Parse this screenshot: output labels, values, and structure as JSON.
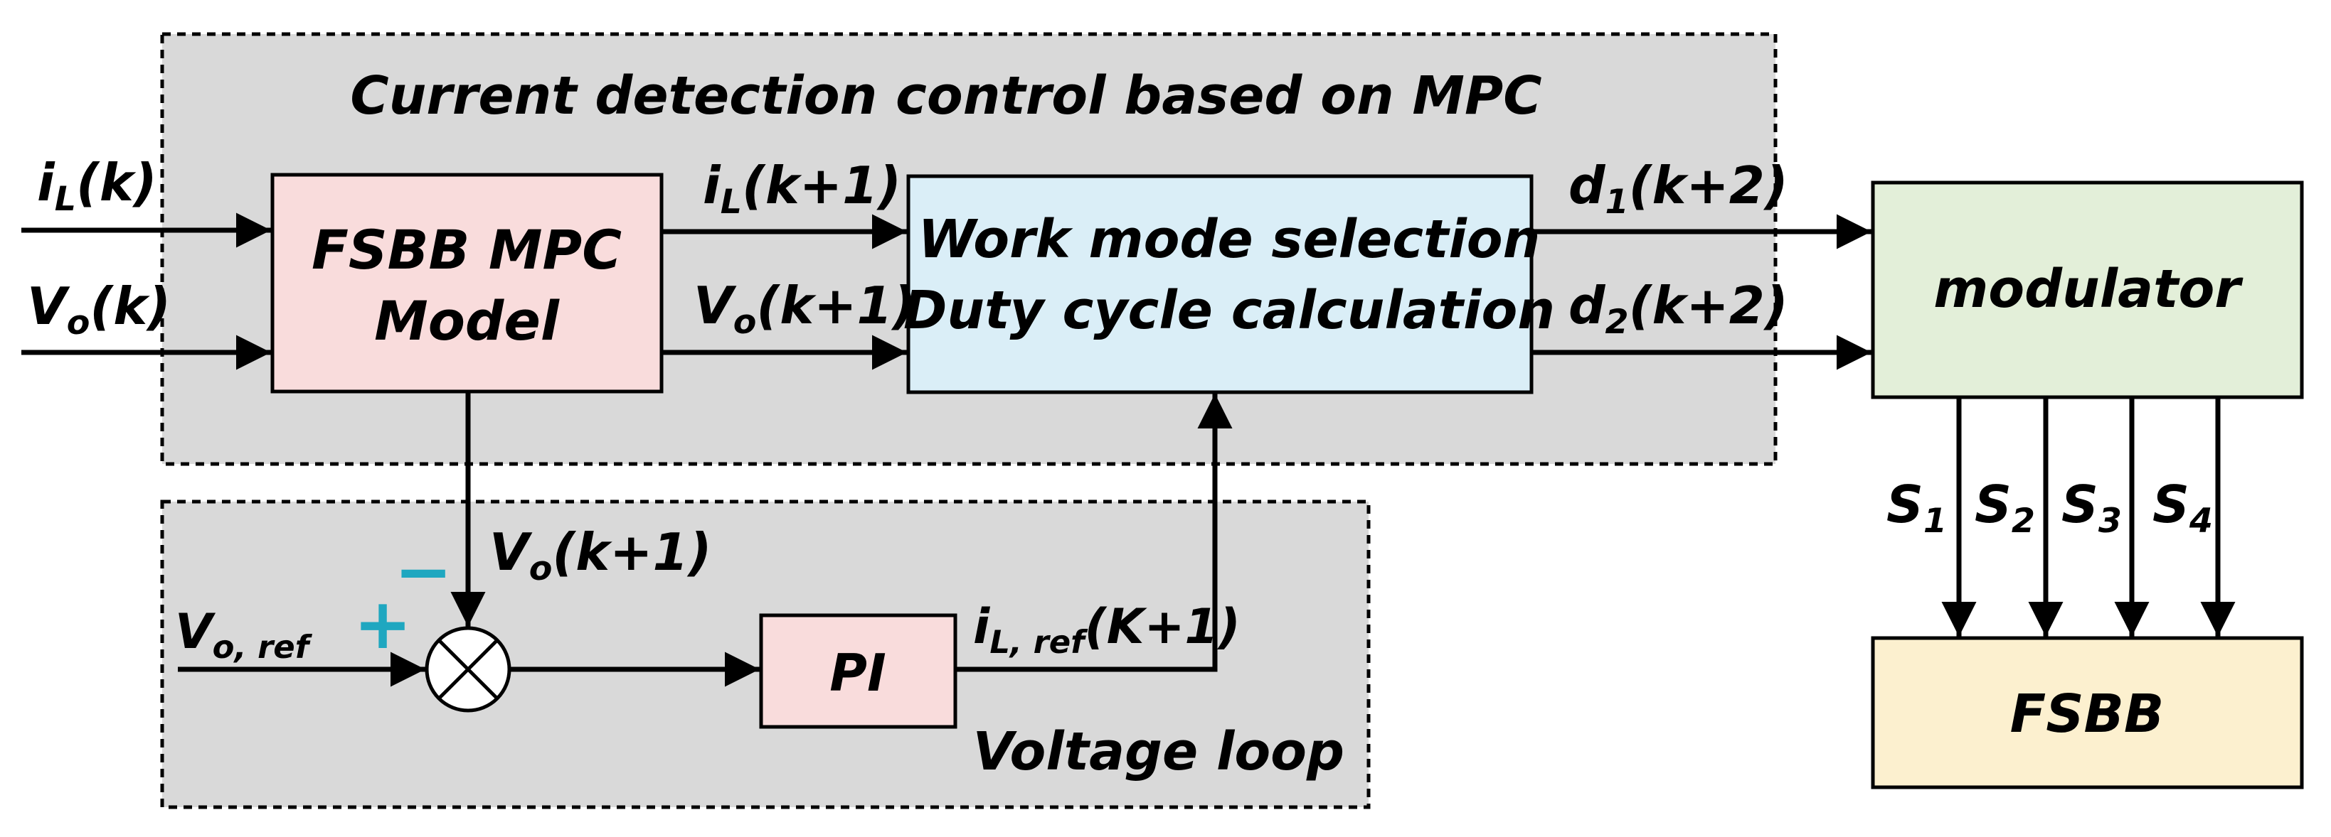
{
  "regions": {
    "mpc_region": {
      "title": "Current detection control based on MPC",
      "fill": "#d9d9d9"
    },
    "voltage_region": {
      "title": "Voltage loop",
      "fill": "#d9d9d9"
    }
  },
  "blocks": {
    "fsbb_mpc": {
      "line1": "FSBB MPC",
      "line2": "Model",
      "fill": "#f9dcdc"
    },
    "work_mode": {
      "line1": "Work mode selection",
      "line2": "Duty cycle calculation",
      "fill": "#daeef7"
    },
    "modulator": {
      "label": "modulator",
      "fill": "#e3efd9"
    },
    "fsbb": {
      "label": "FSBB",
      "fill": "#fcf0cf"
    },
    "pi": {
      "label": "PI",
      "fill": "#f9dcdc"
    }
  },
  "signals": {
    "il_k": {
      "main": "i",
      "sub": "L",
      "tail": "(k)"
    },
    "vo_k": {
      "main": "V",
      "sub": "o",
      "tail": "(k)"
    },
    "il_k1": {
      "main": "i",
      "sub": "L",
      "tail": "(k+1)"
    },
    "vo_k1": {
      "main": "V",
      "sub": "o",
      "tail": "(k+1)"
    },
    "d1": {
      "main": "d",
      "sub": "1",
      "tail": "(k+2)"
    },
    "d2": {
      "main": "d",
      "sub": "2",
      "tail": "(k+2)"
    },
    "vo_k1_fb": {
      "main": "V",
      "sub": "o",
      "tail": "(k+1)"
    },
    "vo_ref": {
      "main": "V",
      "sub": "o, ref",
      "tail": ""
    },
    "il_ref": {
      "main": "i",
      "sub": "L, ref",
      "tail": "(K+1)"
    },
    "s1": {
      "main": "S",
      "sub": "1",
      "tail": ""
    },
    "s2": {
      "main": "S",
      "sub": "2",
      "tail": ""
    },
    "s3": {
      "main": "S",
      "sub": "3",
      "tail": ""
    },
    "s4": {
      "main": "S",
      "sub": "4",
      "tail": ""
    }
  },
  "summing_junction": {
    "plus": "+",
    "minus": "−",
    "sign_color": "#1fa7c0"
  }
}
